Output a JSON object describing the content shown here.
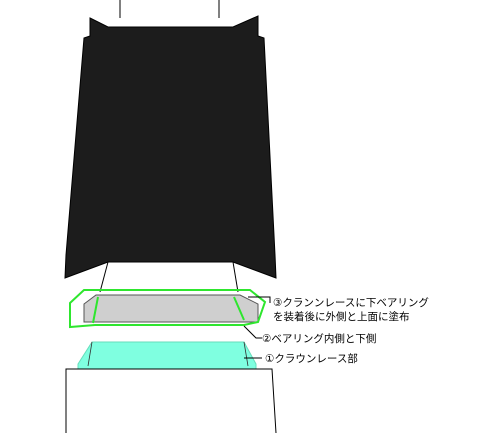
{
  "labels": {
    "step3_line1": "③クランンレースに下ベアリング",
    "step3_line2": "を装着後に外側と上面に塗布",
    "step2": "②ベアリング内側と下側",
    "step1": "①クラウンレース部"
  },
  "colors": {
    "fork_body": "#1c1c1c",
    "bearing_fill": "#cfcfcf",
    "grease_outline": "#2ee62e",
    "crown_race": "#7fffe0",
    "line": "#000000"
  }
}
